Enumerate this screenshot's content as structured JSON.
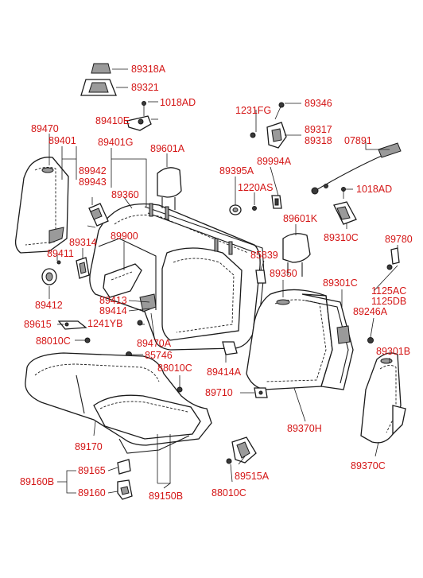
{
  "part_labels": {
    "p89318A": "89318A",
    "p89321": "89321",
    "p1018AD_a": "1018AD",
    "p89410E": "89410E",
    "p1231FG": "1231FG",
    "p89346": "89346",
    "p89317": "89317",
    "p89318": "89318",
    "p89470": "89470",
    "p89401": "89401",
    "p89401G": "89401G",
    "p89601A": "89601A",
    "p07891": "07891",
    "p89942": "89942",
    "p89943": "89943",
    "p89395A": "89395A",
    "p89994A": "89994A",
    "p89360": "89360",
    "p1220AS": "1220AS",
    "p1018AD_b": "1018AD",
    "p89601K": "89601K",
    "p89310C": "89310C",
    "p89314": "89314",
    "p89900": "89900",
    "p89780": "89780",
    "p89411": "89411",
    "p85839": "85839",
    "p89350": "89350",
    "p89301C": "89301C",
    "p1125AC": "1125AC",
    "p1125DB": "1125DB",
    "p89412": "89412",
    "p89413": "89413",
    "p89414": "89414",
    "p89246A": "89246A",
    "p89615": "89615",
    "p1241YB": "1241YB",
    "p89301B": "89301B",
    "p88010C_a": "88010C",
    "p89470A": "89470A",
    "p89414A": "89414A",
    "p85746": "85746",
    "p88010C_b": "88010C",
    "p89710": "89710",
    "p89170": "89170",
    "p89370H": "89370H",
    "p89370C": "89370C",
    "p89165": "89165",
    "p89160B": "89160B",
    "p89160": "89160",
    "p89515A": "89515A",
    "p89150B": "89150B",
    "p88010C_c": "88010C"
  },
  "colors": {
    "label": "#d41515",
    "line": "#1a1a1a",
    "background": "#ffffff"
  }
}
